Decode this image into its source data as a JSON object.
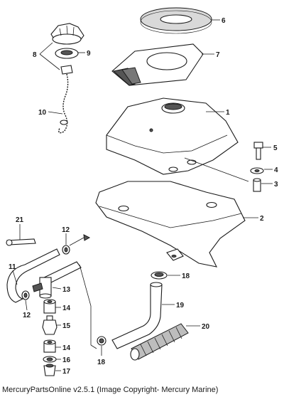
{
  "callouts": {
    "c1": "1",
    "c2": "2",
    "c3": "3",
    "c4": "4",
    "c5": "5",
    "c6": "6",
    "c7": "7",
    "c8": "8",
    "c9": "9",
    "c10": "10",
    "c11": "11",
    "c12a": "12",
    "c12b": "12",
    "c13": "13",
    "c14a": "14",
    "c14b": "14",
    "c15": "15",
    "c16": "16",
    "c17": "17",
    "c18a": "18",
    "c18b": "18",
    "c19": "19",
    "c20": "20",
    "c21": "21"
  },
  "caption": "MercuryPartsOnline v2.5.1 (Image Copyright- Mercury Marine)",
  "colors": {
    "line": "#1a1a1a",
    "fill_light": "#d9d9d9",
    "fill_dark": "#555555"
  }
}
